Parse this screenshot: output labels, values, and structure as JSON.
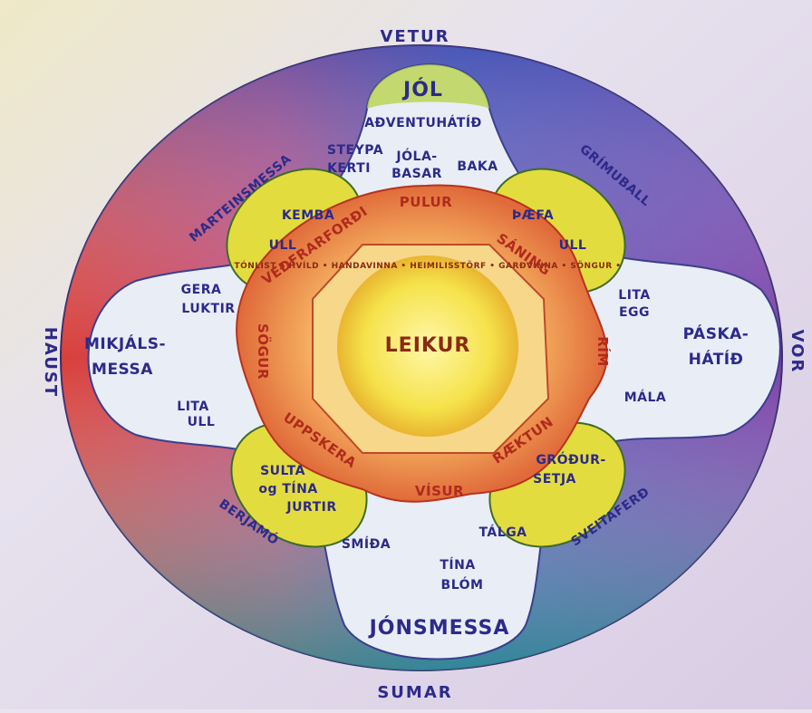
{
  "seasons": {
    "top": "VETUR",
    "bottom": "SUMAR",
    "left": "HAUST",
    "right": "VOR"
  },
  "center": "LEIKUR",
  "core_ring": [
    "TÓNLIST • HVÍLD • HANDAVINNA • HEIMILISSTÖRF • GARÐVINNA • SÖNGUR •"
  ],
  "inner_labels": {
    "top": "PULUR",
    "bottom": "VÍSUR",
    "left": "SÖGUR",
    "right": "RÍM",
    "upper_left": "VEÐFRARFORÐI",
    "upper_right": "SÁNING",
    "lower_left": "UPPSKERA",
    "lower_right": "RÆKTUN"
  },
  "lobes": {
    "top": {
      "title": "JÓL",
      "line1": "AÐVENTUHÁTÍÐ",
      "a1": "STEYPA",
      "a2": "KERTI",
      "b1": "JÓLA-",
      "b2": "BASAR",
      "c": "BAKA"
    },
    "bottom": {
      "title": "JÓNSMESSA",
      "a": "SMÍÐA",
      "b": "TÁLGA",
      "c1": "TÍNA",
      "c2": "BLÓM"
    },
    "left": {
      "title1": "MIKJÁLS-",
      "title2": "MESSA",
      "a1": "GERA",
      "a2": "LUKTIR",
      "b1": "LITA",
      "b2": "ULL"
    },
    "right": {
      "title1": "PÁSKA-",
      "title2": "HÁTÍÐ",
      "a1": "LITA",
      "a2": "EGG",
      "b": "MÁLA"
    }
  },
  "petals": {
    "ul": {
      "l1": "KEMBA",
      "l2": "ULL"
    },
    "ur": {
      "l1": "ÞÆFA",
      "l2": "ULL"
    },
    "ll": {
      "l1": "SULTA",
      "l2": "og TÍNA",
      "l3": "JURTIR"
    },
    "lr": {
      "l1": "GRÓÐUR-",
      "l2": "SETJA"
    }
  },
  "outer": {
    "ul": "MARTEINSMESSA",
    "ur": "GRÍMUBALL",
    "ll": "BERJAMÓ",
    "lr": "SVEITAFERÐ"
  }
}
